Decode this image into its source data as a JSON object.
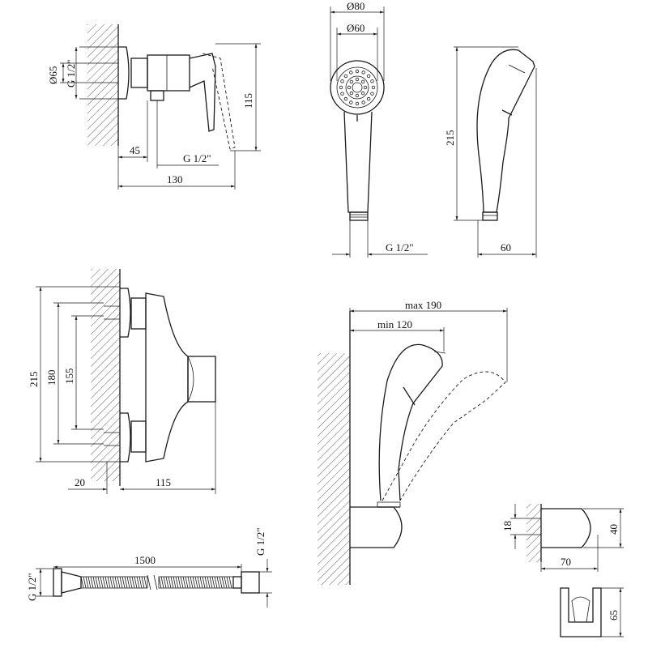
{
  "mixer_side_view": {
    "dim_diameter": "Ø65",
    "dim_thread_left": "G 1/2\"",
    "dim_height": "115",
    "dim_offset": "45",
    "dim_thread_bottom": "G 1/2\"",
    "dim_length": "130"
  },
  "handshower_front_view": {
    "dim_outer_diameter": "Ø80",
    "dim_inner_diameter": "Ø60",
    "dim_thread": "G 1/2\""
  },
  "handshower_side_view": {
    "dim_length": "215",
    "dim_depth": "60"
  },
  "mixer_front_view": {
    "dim_overall": "215",
    "dim_outer_centers": "180",
    "dim_inner_centers": "155",
    "dim_wall_offset": "20",
    "dim_depth": "115"
  },
  "holder_assembly": {
    "dim_max": "max 190",
    "dim_min": "min 120"
  },
  "wall_bracket": {
    "dim_spacing": "18",
    "dim_height": "40",
    "dim_length": "70",
    "dim_bottom_height": "65"
  },
  "hose": {
    "dim_length": "1500",
    "dim_thread_left": "G 1/2\"",
    "dim_thread_right": "G 1/2\""
  }
}
